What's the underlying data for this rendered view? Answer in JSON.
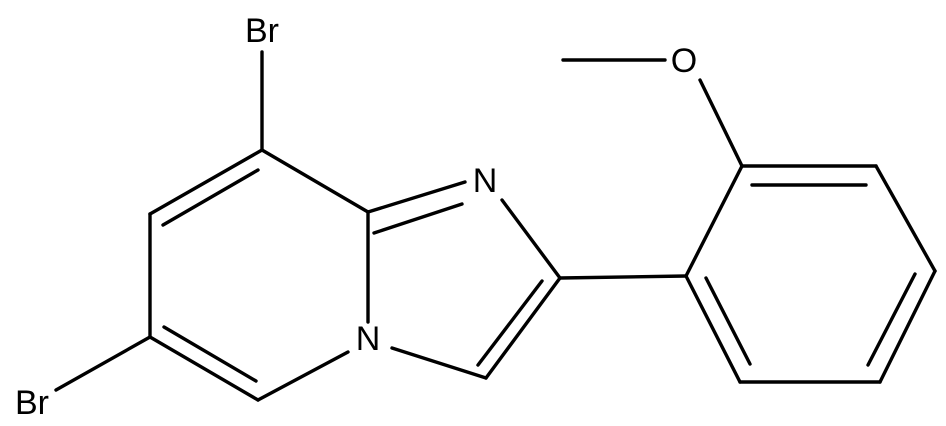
{
  "molecule": {
    "atoms": {
      "br_top": "Br",
      "br_bottom": "Br",
      "n_imidazole": "N",
      "n_bridge": "N",
      "o_methoxy": "O"
    }
  },
  "colors": {
    "bond": "#000000",
    "background": "#ffffff"
  }
}
